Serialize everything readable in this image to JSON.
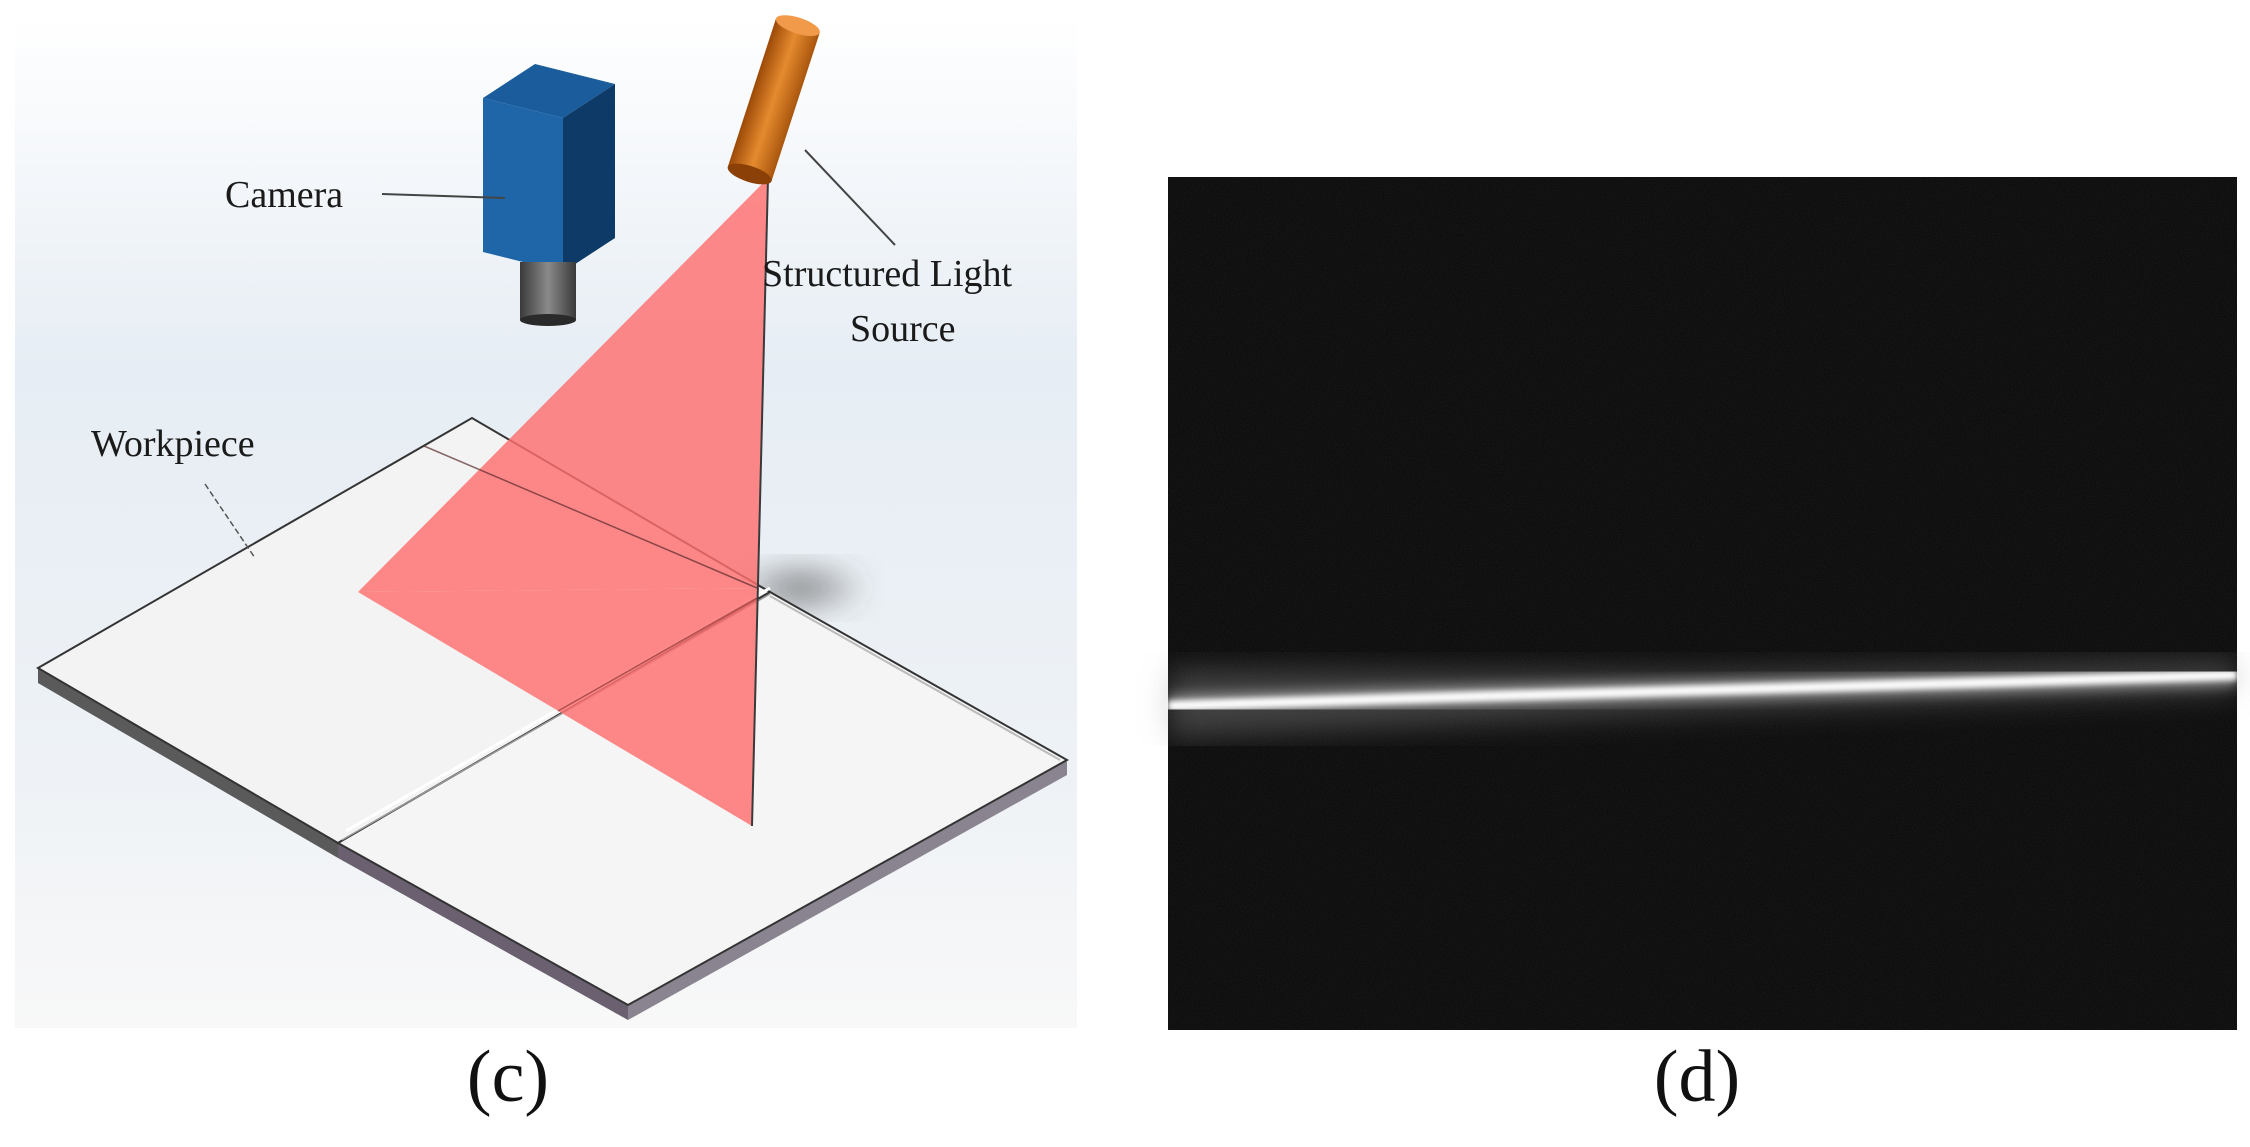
{
  "panel_c": {
    "labels": {
      "camera": "Camera",
      "structured_light_line1": "Structured Light",
      "structured_light_line2": "Source",
      "workpiece": "Workpiece"
    },
    "caption": "(c)",
    "colors": {
      "camera_body": "#1f66a8",
      "light_source": "#d9741a",
      "light_plane": "#ff6b6b",
      "workpiece": "#f2f2f2"
    }
  },
  "panel_d": {
    "caption": "(d)",
    "colors": {
      "background": "#060606",
      "laser_stripe": "#ffffff"
    }
  }
}
